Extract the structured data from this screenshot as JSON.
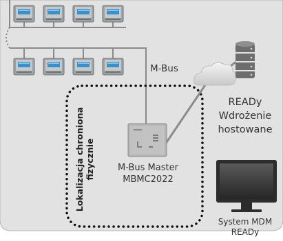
{
  "labels": {
    "mbus": "M-Bus",
    "readyhost_line1": "READy",
    "readyhost_line2": "Wdrożenie",
    "readyhost_line3": "hostowane",
    "master_line1": "M-Bus Master",
    "master_line2": "MBMC2022",
    "secure_line1": "Lokalizacja chroniona",
    "secure_line2": "fizycznie",
    "mdm_line1": "System MDM",
    "mdm_line2": "READy"
  },
  "meters": {
    "top_row_count": 4,
    "bottom_row_count": 4
  },
  "colors": {
    "background_panel": "#e2e2e2",
    "panel_border": "#b5b5b5",
    "bus_line": "#8a8a8a",
    "meter_body": "#9aa0a3",
    "meter_accent": "#3a90c8",
    "device_body": "#b8b8b8",
    "server": "#6f6f6f",
    "monitor": "#2f2f2f"
  }
}
